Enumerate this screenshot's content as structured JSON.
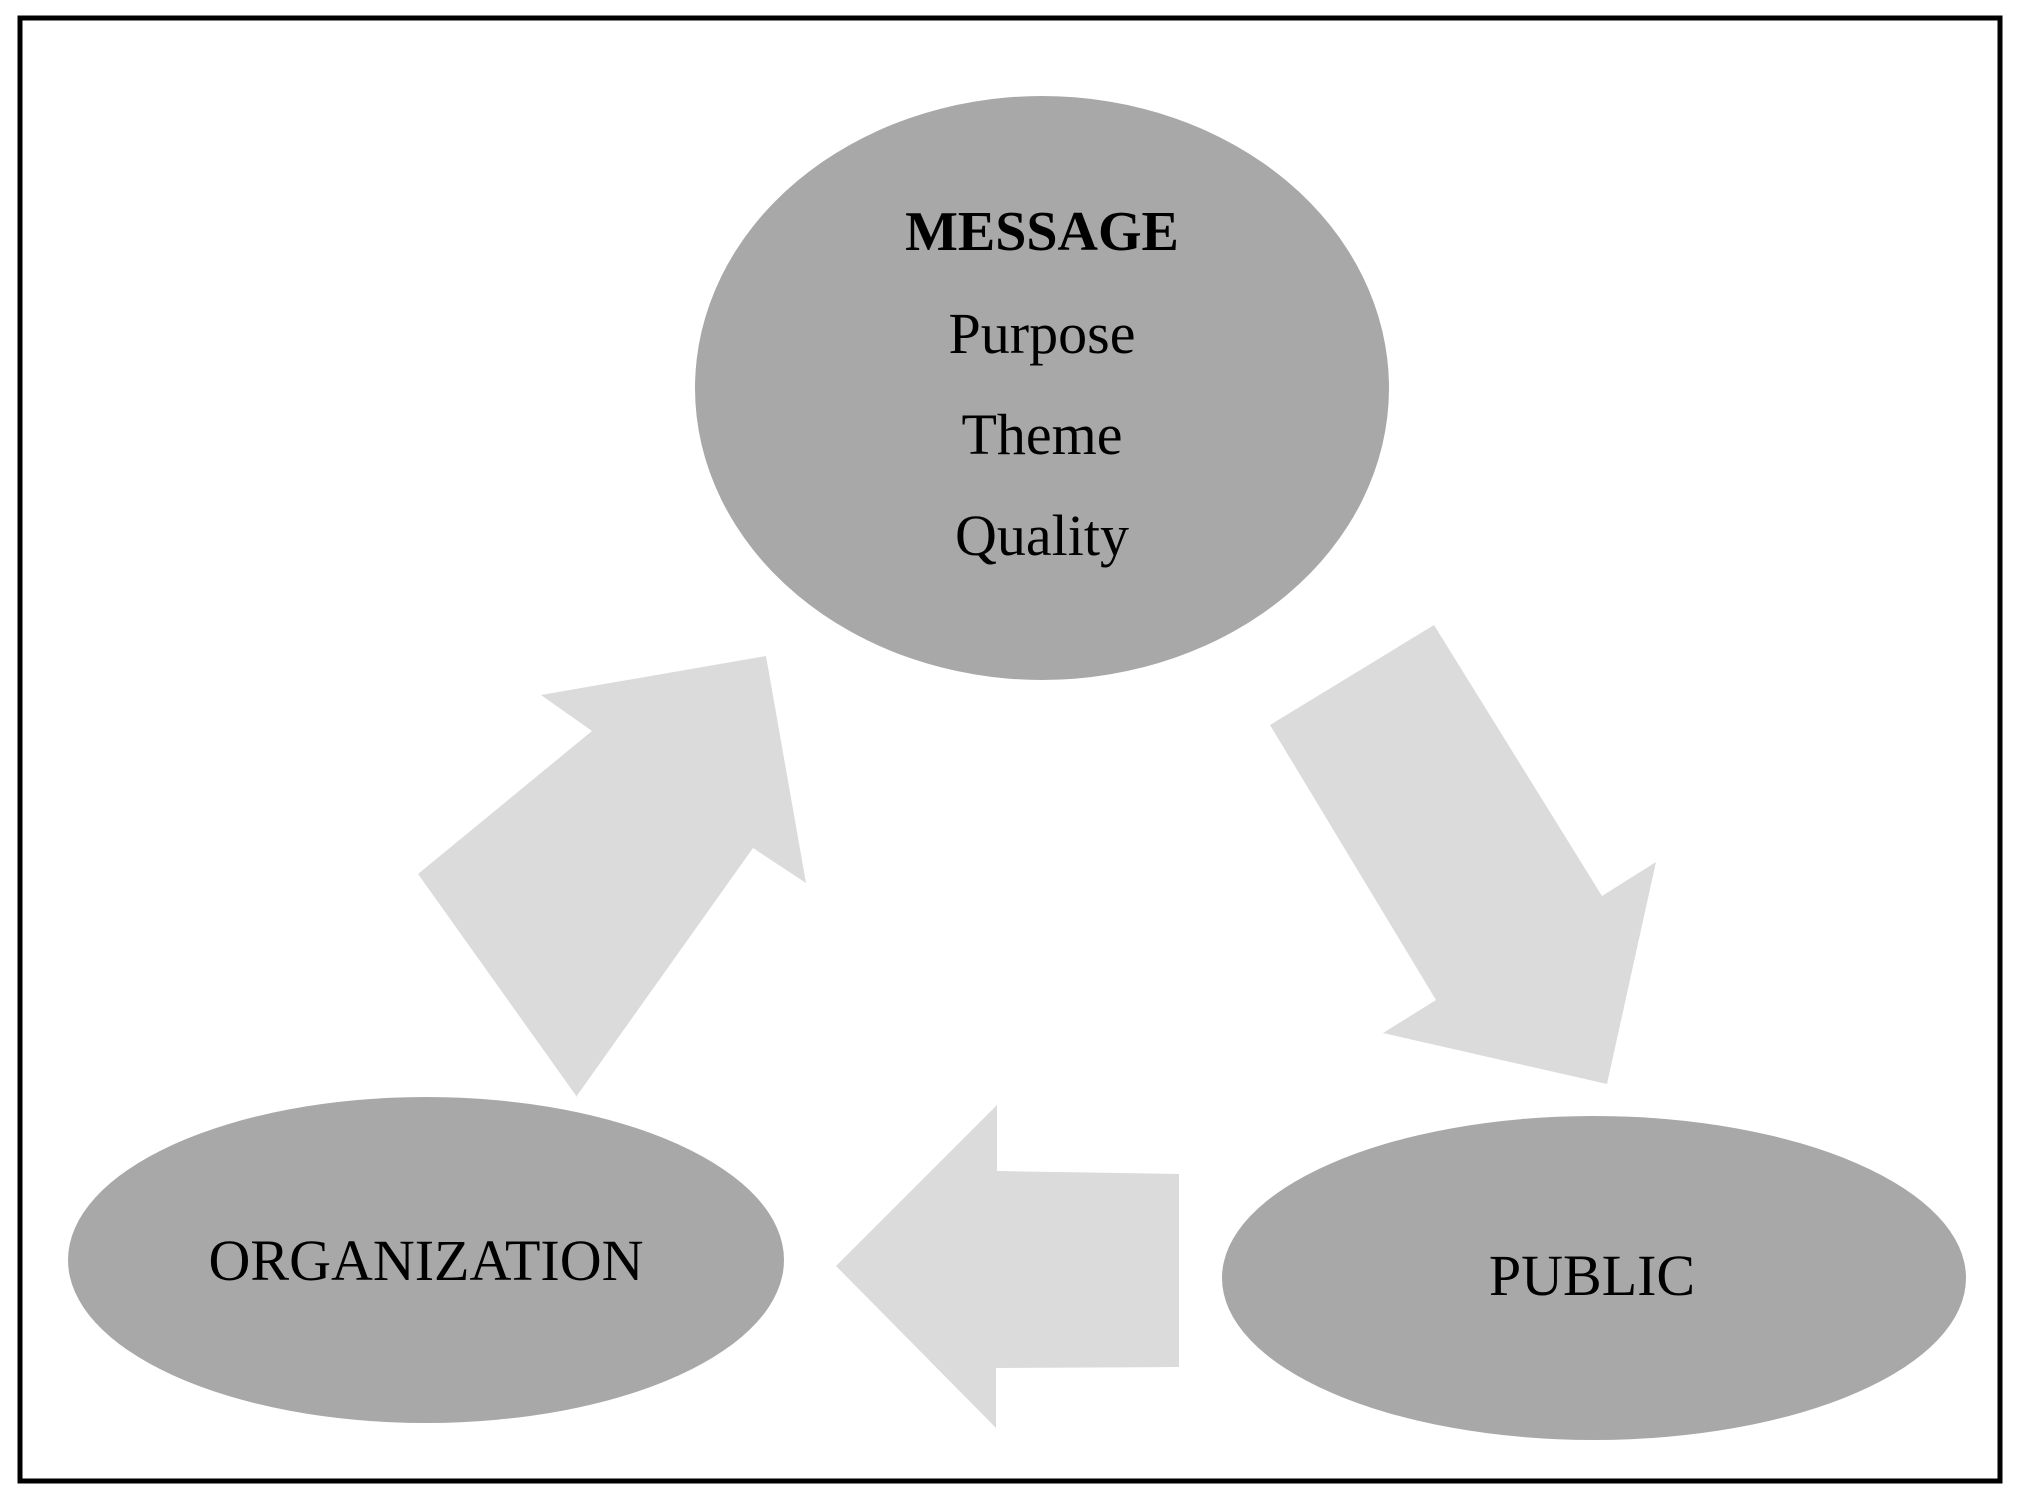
{
  "diagram": {
    "message": {
      "title": "MESSAGE",
      "items": [
        "Purpose",
        "Theme",
        "Quality"
      ]
    },
    "organization": {
      "label": "ORGANIZATION"
    },
    "public": {
      "label": "PUBLIC"
    },
    "colors": {
      "node_fill": "#a8a8a8",
      "arrow_fill": "#dbdbdb",
      "frame_stroke": "#000000",
      "background": "#ffffff"
    },
    "flow": [
      "organization",
      "message",
      "public",
      "organization"
    ]
  }
}
